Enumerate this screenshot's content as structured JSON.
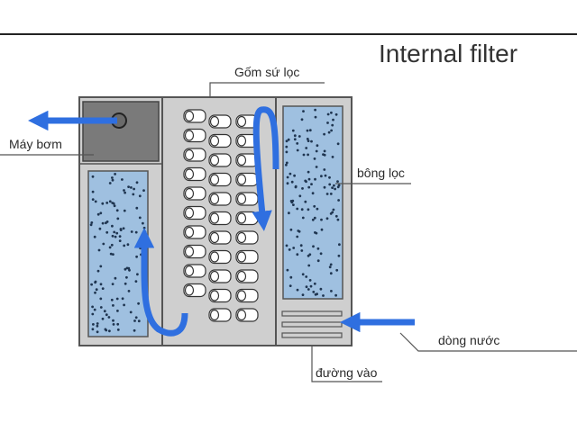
{
  "title": "Internal filter",
  "labels": {
    "pump": "Máy bơm",
    "ceramic": "Gốm sứ lọc",
    "sponge": "bông lọc",
    "water_flow": "dòng nước",
    "inlet": "đường vào"
  },
  "colors": {
    "frame": "#cfcfcf",
    "frame_stroke": "#555555",
    "pump_box": "#7a7a7a",
    "media_fill": "#9fc0e0",
    "media_dots": "#1f3550",
    "arrow": "#2f6fe0",
    "rings": "#ffffff"
  },
  "icons": {
    "pump_outlet": "pump-circle-icon",
    "flow_arrow": "blue-arrow-icon"
  }
}
